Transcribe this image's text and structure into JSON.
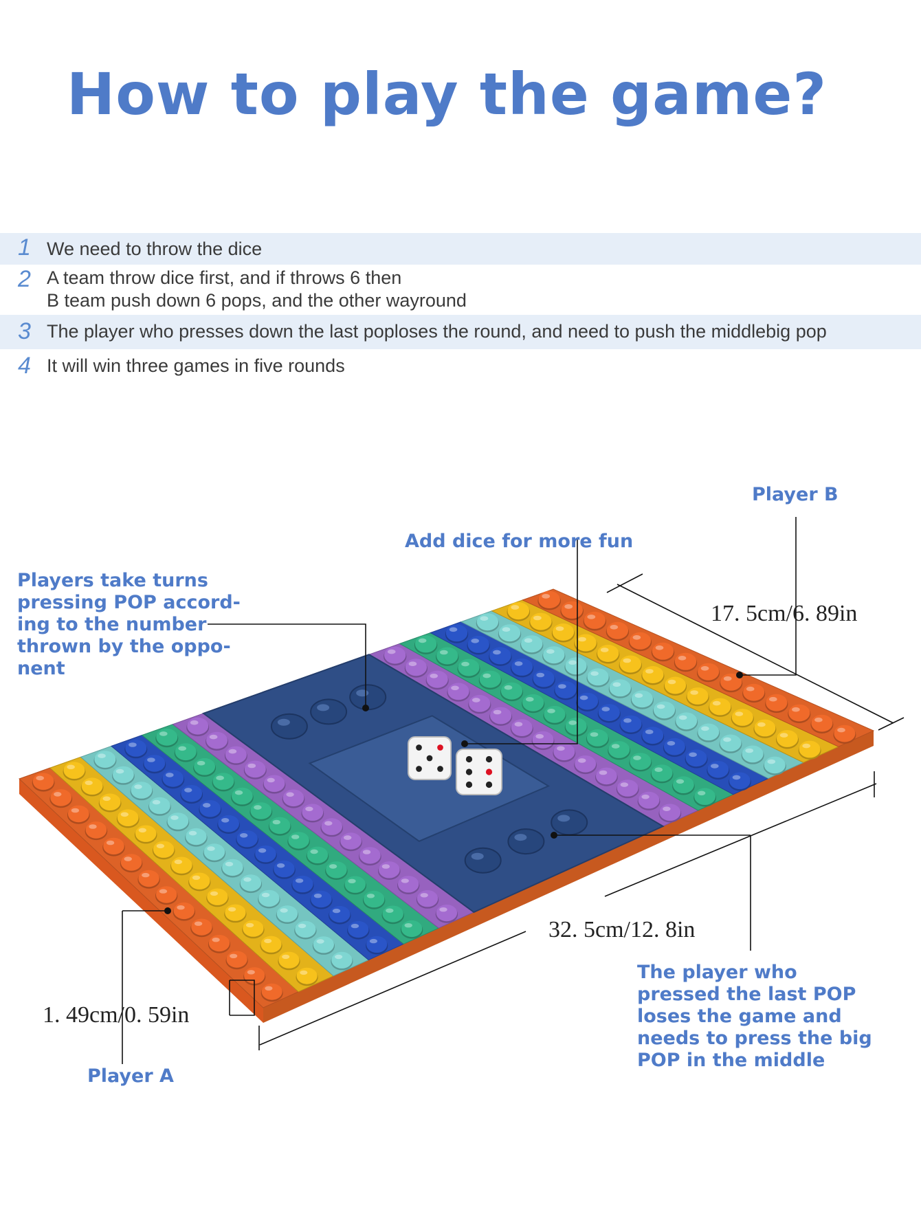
{
  "title": "How to play the game?",
  "steps": [
    {
      "num": "1",
      "lines": [
        "We need to throw the dice"
      ]
    },
    {
      "num": "2",
      "lines": [
        "A team throw dice first, and if throws 6 then",
        "B team push down 6 pops, and the other wayround"
      ]
    },
    {
      "num": "3",
      "lines": [
        "The player who presses down the last poploses the round, and need to push the middlebig pop"
      ]
    },
    {
      "num": "4",
      "lines": [
        "It will win three games in five rounds"
      ]
    }
  ],
  "callouts": {
    "player_b": "Player B",
    "add_dice": "Add dice for more fun",
    "turns": [
      "Players take turns",
      "pressing POP accord-",
      "ing to the number",
      "thrown by the oppo-",
      "nent"
    ],
    "last_pop": [
      "The player who",
      "pressed the last POP",
      "loses the game and",
      "needs to press the big",
      "POP in the middle"
    ],
    "player_a": "Player A"
  },
  "dimensions": {
    "width": "17. 5cm/6. 89in",
    "length": "32. 5cm/12. 8in",
    "height": "1. 49cm/0. 59in"
  },
  "colors": {
    "title": "#4f7bc8",
    "callout": "#4f7bc8",
    "step_num": "#5a8bd0",
    "band": "#e6eef8",
    "rows": [
      "#f06a2a",
      "#f7c21c",
      "#7fd6d2",
      "#2a55c8",
      "#35b98a",
      "#a46bd0"
    ],
    "board_center": "#2f4e86"
  }
}
